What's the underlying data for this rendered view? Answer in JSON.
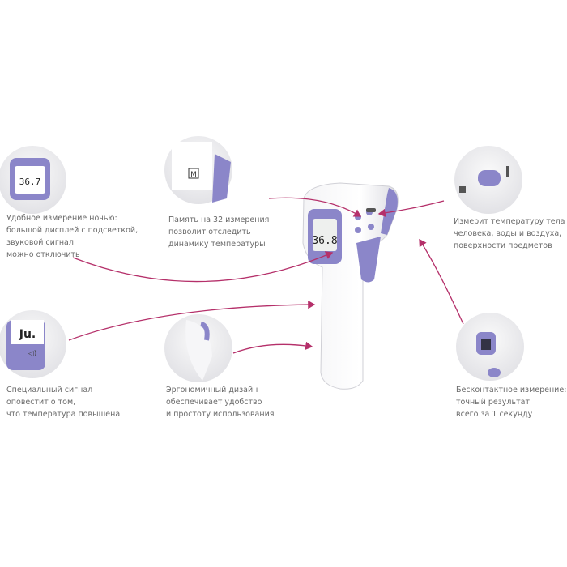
{
  "colors": {
    "accent": "#b5306a",
    "device_purple": "#8b86c9",
    "text": "#6a6a6a"
  },
  "device": {
    "display_reading": "36.8"
  },
  "features": [
    {
      "icon": "night-display",
      "thumb_reading": "36.7",
      "caption": "Удобное измерение ночью:\nбольшой дисплей с подсветкой,\nзвуковой сигнал\nможно отключить"
    },
    {
      "icon": "memory",
      "thumb_label": "M",
      "caption": "Память на 32 измерения\nпозволит отследить\nдинамику температуры"
    },
    {
      "icon": "mode-switch",
      "caption": "Измерит температуру тела\nчеловека, воды и воздуха,\nповерхности предметов"
    },
    {
      "icon": "alarm-sound",
      "caption": "Специальный сигнал\nоповестит о том,\nчто температура повышена"
    },
    {
      "icon": "ergonomic-grip",
      "caption": "Эргономичный дизайн\nобеспечивает удобство\nи простоту использования"
    },
    {
      "icon": "sensor",
      "caption": "Бесконтактное измерение:\nточный результат\nвсего за 1 секунду"
    }
  ]
}
